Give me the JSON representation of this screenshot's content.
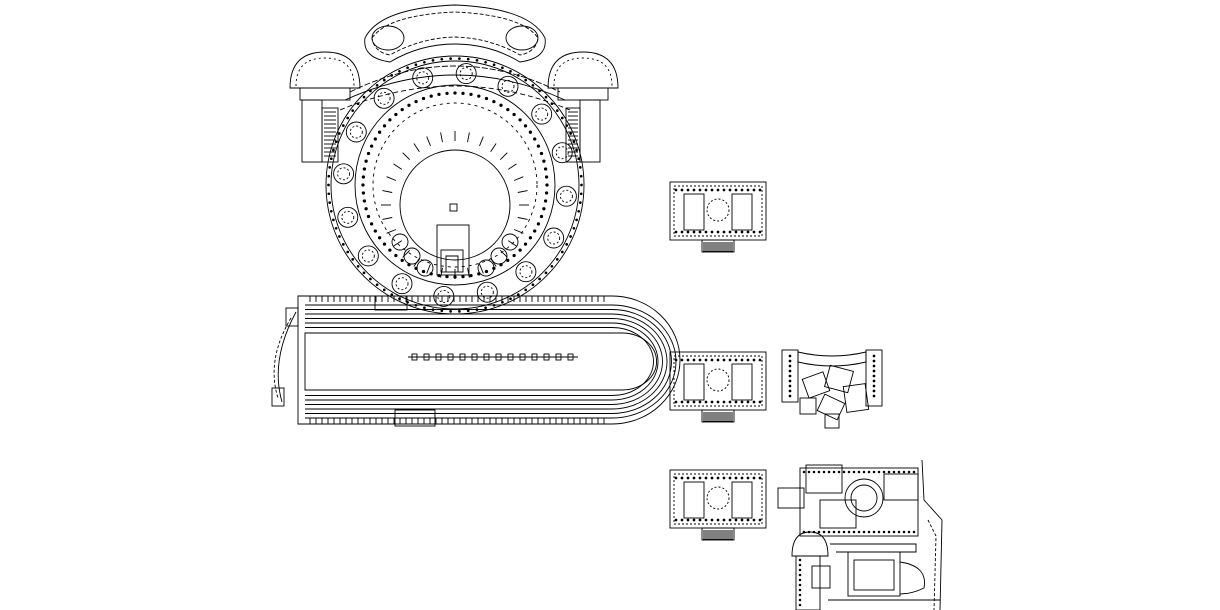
{
  "canvas": {
    "background": "#ffffff",
    "ink": "#000000"
  },
  "drawing": {
    "description_label": "",
    "plans": [
      {
        "id": "circular-palace-plan",
        "kind": "circular-courtyard-plan"
      },
      {
        "id": "stadium-plan",
        "kind": "circus-racetrack-plan"
      },
      {
        "id": "small-block-plan-1",
        "kind": "rectangular-courtyard-block"
      },
      {
        "id": "small-block-plan-2",
        "kind": "rectangular-courtyard-block"
      },
      {
        "id": "small-block-plan-3",
        "kind": "rectangular-courtyard-block"
      },
      {
        "id": "pavilion-cluster-plan",
        "kind": "irregular-pavilion-plan"
      },
      {
        "id": "complex-building-plan",
        "kind": "composite-building-plan"
      }
    ]
  }
}
